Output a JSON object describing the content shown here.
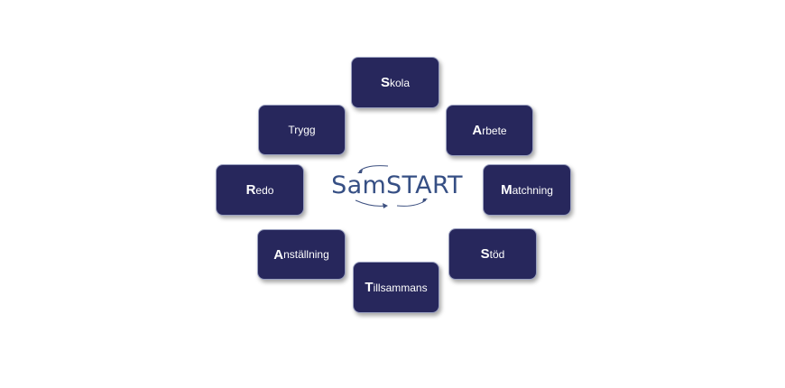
{
  "diagram": {
    "center_label": "SamSTART",
    "colors": {
      "box_fill": "#27275c",
      "box_text": "#ffffff",
      "center_text": "#364f84"
    },
    "nodes": [
      {
        "id": "skola",
        "first": "S",
        "rest": "kola"
      },
      {
        "id": "trygg",
        "first": "",
        "rest": "Trygg"
      },
      {
        "id": "arbete",
        "first": "A",
        "rest": "rbete"
      },
      {
        "id": "redo",
        "first": "R",
        "rest": "edo"
      },
      {
        "id": "matchning",
        "first": "M",
        "rest": "atchning"
      },
      {
        "id": "anstallning",
        "first": "A",
        "rest": "nställning"
      },
      {
        "id": "stod",
        "first": "S",
        "rest": "töd"
      },
      {
        "id": "tillsammans",
        "first": "T",
        "rest": "illsammans"
      }
    ]
  }
}
